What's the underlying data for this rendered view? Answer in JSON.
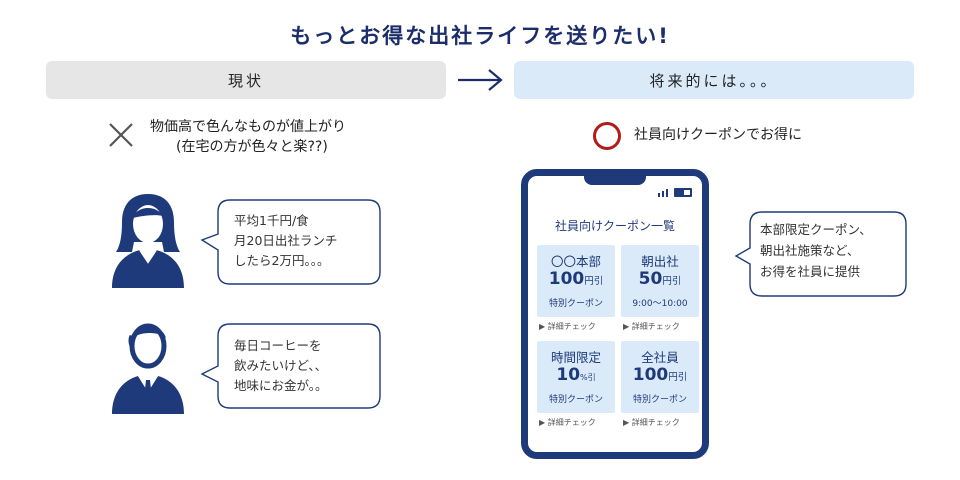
{
  "title": "もっとお得な出社ライフを送りたい!",
  "current": {
    "label": "現状"
  },
  "future": {
    "label": "将来的には。。。"
  },
  "problem": {
    "line1": "物価高で色んなものが値上がり",
    "line2": "(在宅の方が色々と楽??)"
  },
  "solution": {
    "text": "社員向けクーポンでお得に"
  },
  "persons": [
    {
      "text": "平均1千円/食\n月20日出社ランチ\nしたら2万円。。。"
    },
    {
      "text": "毎日コーヒーを\n飲みたいけど、、\n地味にお金が。。"
    }
  ],
  "phone": {
    "title": "社員向けクーポン一覧",
    "coupons": [
      {
        "name": "〇〇本部",
        "amount": "100",
        "unit": "円引",
        "sub": "特別クーポン",
        "detail": "▶ 詳細チェック"
      },
      {
        "name": "朝出社",
        "amount": "50",
        "unit": "円引",
        "sub": "9:00〜10:00",
        "detail": "▶ 詳細チェック"
      },
      {
        "name": "時間限定",
        "amount": "10",
        "unit": "%引",
        "sub": "特別クーポン",
        "detail": "▶ 詳細チェック"
      },
      {
        "name": "全社員",
        "amount": "100",
        "unit": "円引",
        "sub": "特別クーポン",
        "detail": "▶ 詳細チェック"
      }
    ]
  },
  "explanation": {
    "text": "本部限定クーポン、\n朝出社施策など、\nお得を社員に提供"
  },
  "icons": {
    "cross": "cross-icon",
    "circle": "circle-icon",
    "arrow": "arrow-right-icon",
    "female": "female-person-icon",
    "male": "male-person-icon",
    "signal": "signal-icon",
    "battery": "battery-icon"
  },
  "colors": {
    "navy": "#1b2d6b",
    "phone_frame": "#1e3a7b",
    "current_bar": "#e6e6e6",
    "future_bar": "#dbeaf8",
    "coupon_bg": "#dbeaf8",
    "circle_red": "#b31b1b"
  }
}
